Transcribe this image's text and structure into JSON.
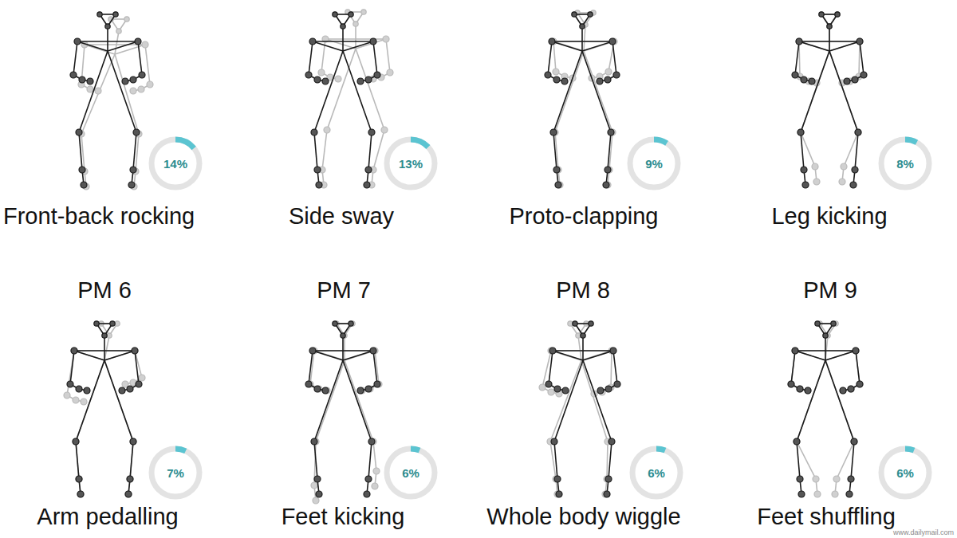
{
  "diagram": {
    "nodes": [
      {
        "text": [
          "14%"
        ]
      },
      {
        "text": [
          "13%"
        ]
      },
      {
        "text": [
          "9%"
        ]
      },
      {
        "text": [
          "8%"
        ]
      },
      {
        "text": [
          "7%"
        ]
      },
      {
        "text": [
          "6%"
        ]
      },
      {
        "text": [
          "6%"
        ]
      },
      {
        "text": [
          "6%"
        ]
      }
    ],
    "labels": [
      "Front-back rocking",
      "Side sway",
      "Proto-clapping",
      "Leg kicking",
      "PM 6",
      "PM 7",
      "PM 8",
      "PM 9",
      "Arm pedalling",
      "Feet kicking",
      "Whole body wiggle",
      "Feet shuffling",
      "www.dailymail.com"
    ]
  }
}
